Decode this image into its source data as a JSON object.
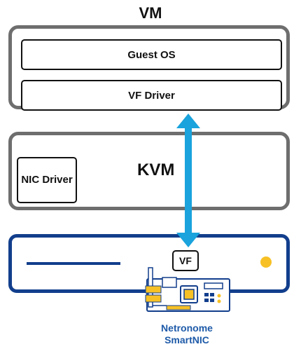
{
  "diagram": {
    "vm_title": "VM",
    "guest_os": "Guest OS",
    "vf_driver": "VF Driver",
    "kvm": "KVM",
    "nic_driver": "NIC Driver",
    "vf": "VF",
    "smartnic_label": "Netronome SmartNIC"
  },
  "colors": {
    "frame_gray": "#6e6e6e",
    "host_blue": "#123e8c",
    "arrow_cyan": "#1aa3dc",
    "led_yellow": "#f7c125",
    "label_blue": "#1e5aa8"
  },
  "icons": {
    "connection_arrow": "double-arrow-icon",
    "card": "nic-card-icon"
  }
}
